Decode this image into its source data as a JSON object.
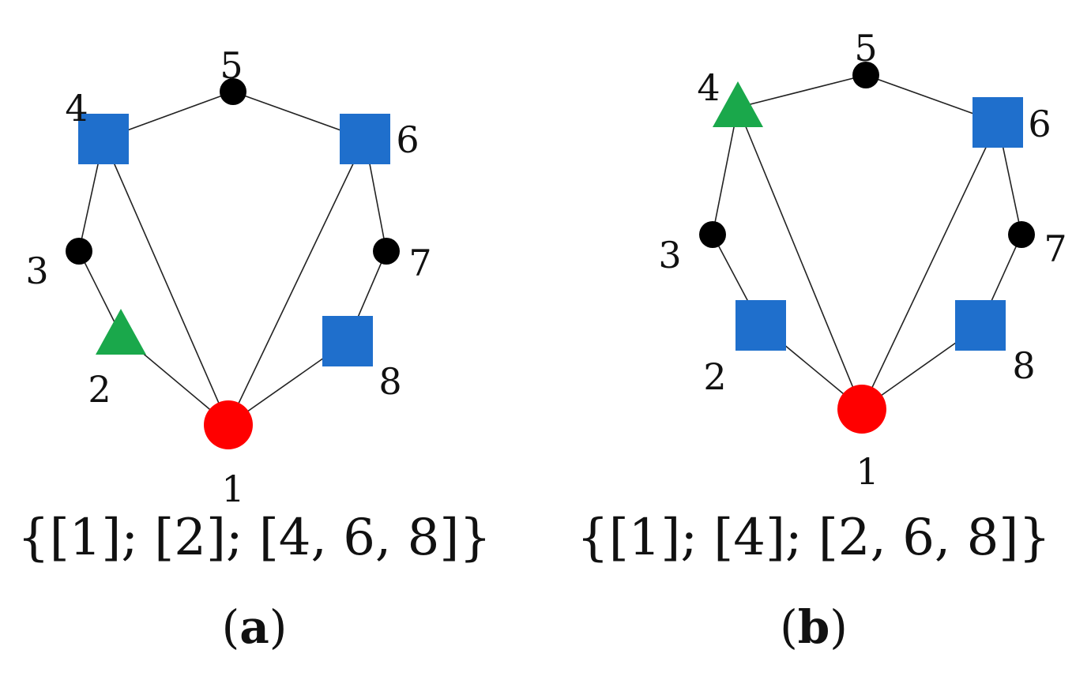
{
  "colors": {
    "square": "#1f6fcc",
    "triangle": "#1aa84b",
    "circle_root": "#ff0000",
    "dot": "#000000",
    "edge": "#222222"
  },
  "panels": [
    {
      "id": "a",
      "caption": "{[1]; [2]; [4, 6, 8]}",
      "sub_open": "(",
      "sub_letter": "a",
      "sub_close": ")",
      "nodes": [
        {
          "id": "1",
          "label": "1",
          "shape": "circle-large",
          "color": "red"
        },
        {
          "id": "2",
          "label": "2",
          "shape": "triangle",
          "color": "green"
        },
        {
          "id": "3",
          "label": "3",
          "shape": "dot",
          "color": "black"
        },
        {
          "id": "4",
          "label": "4",
          "shape": "square",
          "color": "blue"
        },
        {
          "id": "5",
          "label": "5",
          "shape": "dot",
          "color": "black"
        },
        {
          "id": "6",
          "label": "6",
          "shape": "square",
          "color": "blue"
        },
        {
          "id": "7",
          "label": "7",
          "shape": "dot",
          "color": "black"
        },
        {
          "id": "8",
          "label": "8",
          "shape": "square",
          "color": "blue"
        }
      ],
      "edges": [
        [
          "1",
          "2"
        ],
        [
          "2",
          "3"
        ],
        [
          "3",
          "4"
        ],
        [
          "4",
          "5"
        ],
        [
          "5",
          "6"
        ],
        [
          "6",
          "7"
        ],
        [
          "7",
          "8"
        ],
        [
          "8",
          "1"
        ],
        [
          "1",
          "4"
        ],
        [
          "1",
          "6"
        ]
      ]
    },
    {
      "id": "b",
      "caption": "{[1]; [4]; [2, 6, 8]}",
      "sub_open": "(",
      "sub_letter": "b",
      "sub_close": ")",
      "nodes": [
        {
          "id": "1",
          "label": "1",
          "shape": "circle-large",
          "color": "red"
        },
        {
          "id": "2",
          "label": "2",
          "shape": "square",
          "color": "blue"
        },
        {
          "id": "3",
          "label": "3",
          "shape": "dot",
          "color": "black"
        },
        {
          "id": "4",
          "label": "4",
          "shape": "triangle",
          "color": "green"
        },
        {
          "id": "5",
          "label": "5",
          "shape": "dot",
          "color": "black"
        },
        {
          "id": "6",
          "label": "6",
          "shape": "square",
          "color": "blue"
        },
        {
          "id": "7",
          "label": "7",
          "shape": "dot",
          "color": "black"
        },
        {
          "id": "8",
          "label": "8",
          "shape": "square",
          "color": "blue"
        }
      ],
      "edges": [
        [
          "1",
          "2"
        ],
        [
          "2",
          "3"
        ],
        [
          "3",
          "4"
        ],
        [
          "4",
          "5"
        ],
        [
          "5",
          "6"
        ],
        [
          "6",
          "7"
        ],
        [
          "7",
          "8"
        ],
        [
          "8",
          "1"
        ],
        [
          "1",
          "4"
        ],
        [
          "1",
          "6"
        ]
      ]
    }
  ]
}
